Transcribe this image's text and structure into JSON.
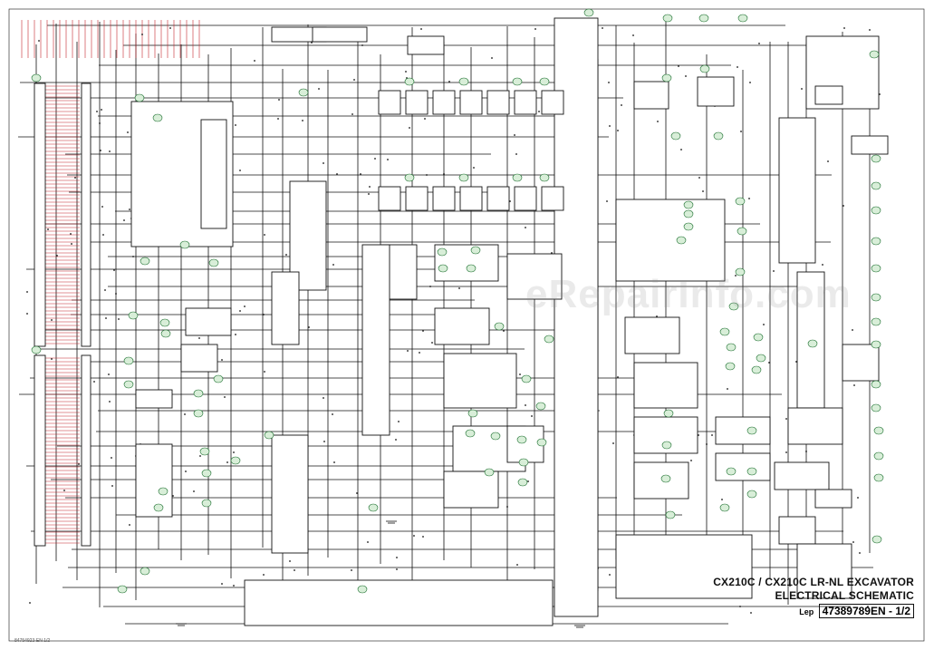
{
  "title_block": {
    "model": "CX210C / CX210C LR-NL EXCAVATOR",
    "subtitle": "ELECTRICAL SCHEMATIC",
    "lep_label": "Lep",
    "lep_number": "47389789EN - 1/2"
  },
  "footer_ref": "84754923-EN  1/2",
  "watermark": "eRepairInfo.com",
  "colors": {
    "wire": "#111111",
    "accent_wire": "#c4262e",
    "component_tag": "#1b6e2e"
  }
}
